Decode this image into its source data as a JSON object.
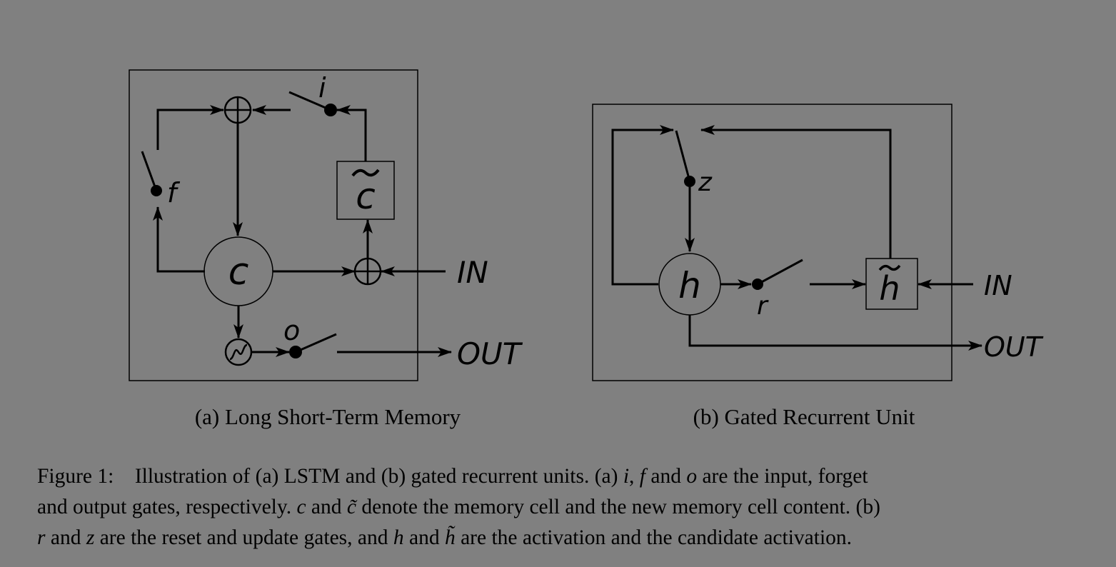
{
  "panel_a": {
    "caption": "(a) Long Short-Term Memory",
    "gate_i": "i",
    "gate_f": "f",
    "gate_o": "o",
    "cell_c": "c",
    "cell_c_tilde": "c",
    "input": "IN",
    "output": "OUT"
  },
  "panel_b": {
    "caption": "(b) Gated Recurrent Unit",
    "gate_z": "z",
    "gate_r": "r",
    "node_h": "h",
    "node_h_tilde": "h",
    "input": "IN",
    "output": "OUT"
  },
  "caption": {
    "line1_a": "Figure 1: Illustration of (a) LSTM and (b) gated recurrent units. (a) ",
    "line1_i": "i",
    "line1_b": ", ",
    "line1_f": "f",
    "line1_c": " and ",
    "line1_o": "o",
    "line1_d": " are the input, forget",
    "line2_a": "and output gates, respectively. ",
    "line2_c": "c",
    "line2_b": " and ",
    "line2_ctilde": "c̃",
    "line2_d": " denote the memory cell and the new memory cell content. (b)",
    "line3_r": "r",
    "line3_a": " and ",
    "line3_z": "z",
    "line3_b": " are the reset and update gates, and ",
    "line3_h": "h",
    "line3_c": " and ",
    "line3_htilde": "h̃",
    "line3_d": " are the activation and the candidate activation."
  }
}
